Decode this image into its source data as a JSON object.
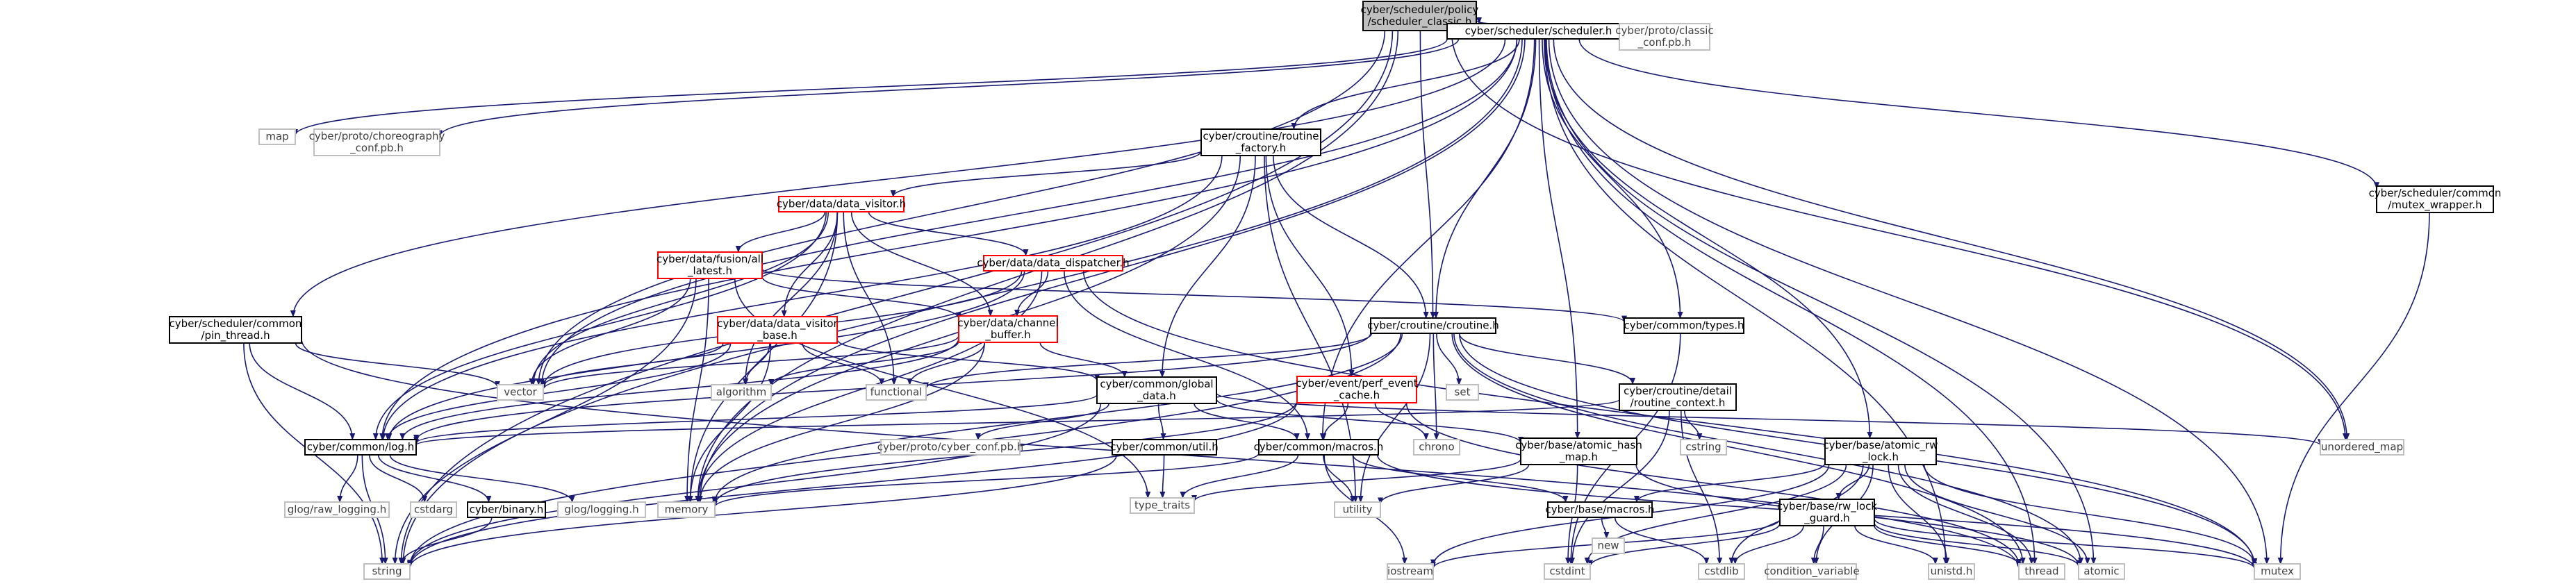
{
  "colors": {
    "edge": "#191970",
    "root_fill": "#bfbfbf",
    "root_stroke": "#000000",
    "header_stroke": "#000000",
    "error_stroke": "#ff0000",
    "system_stroke": "#bfbfbf",
    "text": "#000000",
    "system_text": "#404040"
  },
  "nodes": [
    {
      "id": "root",
      "kind": "root",
      "lines": [
        "cyber/scheduler/policy",
        "/scheduler_classic.h"
      ]
    },
    {
      "id": "scheduler",
      "kind": "header",
      "lines": [
        "cyber/scheduler/scheduler.h"
      ]
    },
    {
      "id": "classic_conf",
      "kind": "system",
      "lines": [
        "cyber/proto/classic",
        "_conf.pb.h"
      ]
    },
    {
      "id": "map",
      "kind": "system",
      "lines": [
        "map"
      ]
    },
    {
      "id": "choreo_conf",
      "kind": "system",
      "lines": [
        "cyber/proto/choreography",
        "_conf.pb.h"
      ]
    },
    {
      "id": "routine_factory",
      "kind": "header",
      "lines": [
        "cyber/croutine/routine",
        "_factory.h"
      ]
    },
    {
      "id": "mutex_wrapper",
      "kind": "header",
      "lines": [
        "cyber/scheduler/common",
        "/mutex_wrapper.h"
      ]
    },
    {
      "id": "data_visitor",
      "kind": "error",
      "lines": [
        "cyber/data/data_visitor.h"
      ]
    },
    {
      "id": "all_latest",
      "kind": "error",
      "lines": [
        "cyber/data/fusion/all",
        "_latest.h"
      ]
    },
    {
      "id": "data_dispatcher",
      "kind": "error",
      "lines": [
        "cyber/data/data_dispatcher.h"
      ]
    },
    {
      "id": "pin_thread",
      "kind": "header",
      "lines": [
        "cyber/scheduler/common",
        "/pin_thread.h"
      ]
    },
    {
      "id": "data_visitor_base",
      "kind": "error",
      "lines": [
        "cyber/data/data_visitor",
        "_base.h"
      ]
    },
    {
      "id": "channel_buffer",
      "kind": "error",
      "lines": [
        "cyber/data/channel",
        "_buffer.h"
      ]
    },
    {
      "id": "types",
      "kind": "header",
      "lines": [
        "cyber/common/types.h"
      ]
    },
    {
      "id": "croutine",
      "kind": "header",
      "lines": [
        "cyber/croutine/croutine.h"
      ]
    },
    {
      "id": "vector",
      "kind": "system",
      "lines": [
        "vector"
      ]
    },
    {
      "id": "algorithm",
      "kind": "system",
      "lines": [
        "algorithm"
      ]
    },
    {
      "id": "functional",
      "kind": "system",
      "lines": [
        "functional"
      ]
    },
    {
      "id": "global_data",
      "kind": "header",
      "lines": [
        "cyber/common/global",
        "_data.h"
      ]
    },
    {
      "id": "perf_event",
      "kind": "error",
      "lines": [
        "cyber/event/perf_event",
        "_cache.h"
      ]
    },
    {
      "id": "set",
      "kind": "system",
      "lines": [
        "set"
      ]
    },
    {
      "id": "routine_context",
      "kind": "header",
      "lines": [
        "cyber/croutine/detail",
        "/routine_context.h"
      ]
    },
    {
      "id": "log",
      "kind": "header",
      "lines": [
        "cyber/common/log.h"
      ]
    },
    {
      "id": "cyber_conf",
      "kind": "system",
      "lines": [
        "cyber/proto/cyber_conf.pb.h"
      ]
    },
    {
      "id": "util",
      "kind": "header",
      "lines": [
        "cyber/common/util.h"
      ]
    },
    {
      "id": "macros",
      "kind": "header",
      "lines": [
        "cyber/common/macros.h"
      ]
    },
    {
      "id": "chrono",
      "kind": "system",
      "lines": [
        "chrono"
      ]
    },
    {
      "id": "atomic_hash_map",
      "kind": "header",
      "lines": [
        "cyber/base/atomic_hash",
        "_map.h"
      ]
    },
    {
      "id": "cstring",
      "kind": "system",
      "lines": [
        "cstring"
      ]
    },
    {
      "id": "atomic_rw_lock",
      "kind": "header",
      "lines": [
        "cyber/base/atomic_rw",
        "_lock.h"
      ]
    },
    {
      "id": "unordered_map",
      "kind": "system",
      "lines": [
        "unordered_map"
      ]
    },
    {
      "id": "raw_logging",
      "kind": "system",
      "lines": [
        "glog/raw_logging.h"
      ]
    },
    {
      "id": "cstdarg",
      "kind": "system",
      "lines": [
        "cstdarg"
      ]
    },
    {
      "id": "binary",
      "kind": "header",
      "lines": [
        "cyber/binary.h"
      ]
    },
    {
      "id": "glog_logging",
      "kind": "system",
      "lines": [
        "glog/logging.h"
      ]
    },
    {
      "id": "memory",
      "kind": "system",
      "lines": [
        "memory"
      ]
    },
    {
      "id": "type_traits",
      "kind": "system",
      "lines": [
        "type_traits"
      ]
    },
    {
      "id": "utility",
      "kind": "system",
      "lines": [
        "utility"
      ]
    },
    {
      "id": "base_macros",
      "kind": "header",
      "lines": [
        "cyber/base/macros.h"
      ]
    },
    {
      "id": "rw_lock_guard",
      "kind": "header",
      "lines": [
        "cyber/base/rw_lock",
        "_guard.h"
      ]
    },
    {
      "id": "new",
      "kind": "system",
      "lines": [
        "new"
      ]
    },
    {
      "id": "string",
      "kind": "system",
      "lines": [
        "string"
      ]
    },
    {
      "id": "iostream",
      "kind": "system",
      "lines": [
        "iostream"
      ]
    },
    {
      "id": "cstdint",
      "kind": "system",
      "lines": [
        "cstdint"
      ]
    },
    {
      "id": "cstdlib",
      "kind": "system",
      "lines": [
        "cstdlib"
      ]
    },
    {
      "id": "condition_variable",
      "kind": "system",
      "lines": [
        "condition_variable"
      ]
    },
    {
      "id": "unistd",
      "kind": "system",
      "lines": [
        "unistd.h"
      ]
    },
    {
      "id": "thread",
      "kind": "system",
      "lines": [
        "thread"
      ]
    },
    {
      "id": "atomic",
      "kind": "system",
      "lines": [
        "atomic"
      ]
    },
    {
      "id": "mutex",
      "kind": "system",
      "lines": [
        "mutex"
      ]
    }
  ],
  "edges": [
    [
      "root",
      "scheduler"
    ],
    [
      "root",
      "classic_conf"
    ],
    [
      "root",
      "croutine"
    ],
    [
      "root",
      "string"
    ],
    [
      "root",
      "memory"
    ],
    [
      "root",
      "vector"
    ],
    [
      "root",
      "unordered_map"
    ],
    [
      "scheduler",
      "map"
    ],
    [
      "scheduler",
      "choreo_conf"
    ],
    [
      "scheduler",
      "routine_factory"
    ],
    [
      "scheduler",
      "mutex_wrapper"
    ],
    [
      "scheduler",
      "pin_thread"
    ],
    [
      "scheduler",
      "types"
    ],
    [
      "scheduler",
      "croutine"
    ],
    [
      "scheduler",
      "log"
    ],
    [
      "scheduler",
      "macros"
    ],
    [
      "scheduler",
      "atomic_hash_map"
    ],
    [
      "scheduler",
      "atomic_rw_lock"
    ],
    [
      "scheduler",
      "unordered_map"
    ],
    [
      "scheduler",
      "vector"
    ],
    [
      "scheduler",
      "memory"
    ],
    [
      "scheduler",
      "string"
    ],
    [
      "scheduler",
      "thread"
    ],
    [
      "scheduler",
      "mutex"
    ],
    [
      "scheduler",
      "atomic"
    ],
    [
      "scheduler",
      "unistd"
    ],
    [
      "routine_factory",
      "data_visitor"
    ],
    [
      "routine_factory",
      "croutine"
    ],
    [
      "routine_factory",
      "perf_event"
    ],
    [
      "routine_factory",
      "global_data"
    ],
    [
      "routine_factory",
      "log"
    ],
    [
      "routine_factory",
      "memory"
    ],
    [
      "routine_factory",
      "utility"
    ],
    [
      "mutex_wrapper",
      "mutex"
    ],
    [
      "data_visitor",
      "all_latest"
    ],
    [
      "data_visitor",
      "data_dispatcher"
    ],
    [
      "data_visitor",
      "data_visitor_base"
    ],
    [
      "data_visitor",
      "channel_buffer"
    ],
    [
      "data_visitor",
      "log"
    ],
    [
      "data_visitor",
      "vector"
    ],
    [
      "data_visitor",
      "algorithm"
    ],
    [
      "data_visitor",
      "functional"
    ],
    [
      "data_visitor",
      "memory"
    ],
    [
      "all_latest",
      "channel_buffer"
    ],
    [
      "all_latest",
      "types"
    ],
    [
      "all_latest",
      "vector"
    ],
    [
      "all_latest",
      "string"
    ],
    [
      "all_latest",
      "memory"
    ],
    [
      "all_latest",
      "type_traits"
    ],
    [
      "data_dispatcher",
      "channel_buffer"
    ],
    [
      "data_dispatcher",
      "log"
    ],
    [
      "data_dispatcher",
      "macros"
    ],
    [
      "data_dispatcher",
      "vector"
    ],
    [
      "data_dispatcher",
      "memory"
    ],
    [
      "data_dispatcher",
      "mutex"
    ],
    [
      "pin_thread",
      "log"
    ],
    [
      "pin_thread",
      "string"
    ],
    [
      "pin_thread",
      "vector"
    ],
    [
      "pin_thread",
      "thread"
    ],
    [
      "data_visitor_base",
      "global_data"
    ],
    [
      "data_visitor_base",
      "log"
    ],
    [
      "data_visitor_base",
      "algorithm"
    ],
    [
      "data_visitor_base",
      "functional"
    ],
    [
      "data_visitor_base",
      "memory"
    ],
    [
      "data_visitor_base",
      "vector"
    ],
    [
      "channel_buffer",
      "global_data"
    ],
    [
      "channel_buffer",
      "log"
    ],
    [
      "channel_buffer",
      "algorithm"
    ],
    [
      "channel_buffer",
      "functional"
    ],
    [
      "channel_buffer",
      "memory"
    ],
    [
      "channel_buffer",
      "vector"
    ],
    [
      "types",
      "cstdint"
    ],
    [
      "croutine",
      "routine_context"
    ],
    [
      "croutine",
      "log"
    ],
    [
      "croutine",
      "functional"
    ],
    [
      "croutine",
      "set"
    ],
    [
      "croutine",
      "chrono"
    ],
    [
      "croutine",
      "memory"
    ],
    [
      "croutine",
      "string"
    ],
    [
      "croutine",
      "thread"
    ],
    [
      "croutine",
      "mutex"
    ],
    [
      "croutine",
      "atomic"
    ],
    [
      "croutine",
      "utility"
    ],
    [
      "global_data",
      "log"
    ],
    [
      "global_data",
      "util"
    ],
    [
      "global_data",
      "macros"
    ],
    [
      "global_data",
      "atomic_hash_map"
    ],
    [
      "global_data",
      "cyber_conf"
    ],
    [
      "global_data",
      "unordered_map"
    ],
    [
      "global_data",
      "string"
    ],
    [
      "perf_event",
      "macros"
    ],
    [
      "perf_event",
      "chrono"
    ],
    [
      "perf_event",
      "string"
    ],
    [
      "perf_event",
      "thread"
    ],
    [
      "perf_event",
      "memory"
    ],
    [
      "routine_context",
      "log"
    ],
    [
      "routine_context",
      "cstring"
    ],
    [
      "routine_context",
      "cstdlib"
    ],
    [
      "routine_context",
      "cstdint"
    ],
    [
      "log",
      "cstdarg"
    ],
    [
      "log",
      "raw_logging"
    ],
    [
      "log",
      "binary"
    ],
    [
      "log",
      "glog_logging"
    ],
    [
      "log",
      "string"
    ],
    [
      "util",
      "string"
    ],
    [
      "util",
      "type_traits"
    ],
    [
      "macros",
      "base_macros"
    ],
    [
      "macros",
      "iostream"
    ],
    [
      "macros",
      "memory"
    ],
    [
      "macros",
      "utility"
    ],
    [
      "macros",
      "type_traits"
    ],
    [
      "macros",
      "mutex"
    ],
    [
      "atomic_hash_map",
      "cstdint"
    ],
    [
      "atomic_hash_map",
      "type_traits"
    ],
    [
      "atomic_hash_map",
      "utility"
    ],
    [
      "atomic_hash_map",
      "atomic"
    ],
    [
      "atomic_rw_lock",
      "base_macros"
    ],
    [
      "atomic_rw_lock",
      "rw_lock_guard"
    ],
    [
      "atomic_rw_lock",
      "iostream"
    ],
    [
      "atomic_rw_lock",
      "cstdint"
    ],
    [
      "atomic_rw_lock",
      "cstdlib"
    ],
    [
      "atomic_rw_lock",
      "unistd"
    ],
    [
      "atomic_rw_lock",
      "thread"
    ],
    [
      "atomic_rw_lock",
      "atomic"
    ],
    [
      "atomic_rw_lock",
      "mutex"
    ],
    [
      "atomic_rw_lock",
      "condition_variable"
    ],
    [
      "binary",
      "string"
    ],
    [
      "base_macros",
      "new"
    ],
    [
      "base_macros",
      "cstdlib"
    ],
    [
      "rw_lock_guard",
      "cstdint"
    ],
    [
      "rw_lock_guard",
      "cstdlib"
    ],
    [
      "rw_lock_guard",
      "unistd"
    ],
    [
      "rw_lock_guard",
      "thread"
    ],
    [
      "rw_lock_guard",
      "atomic"
    ],
    [
      "rw_lock_guard",
      "mutex"
    ],
    [
      "rw_lock_guard",
      "iostream"
    ],
    [
      "rw_lock_guard",
      "condition_variable"
    ]
  ]
}
